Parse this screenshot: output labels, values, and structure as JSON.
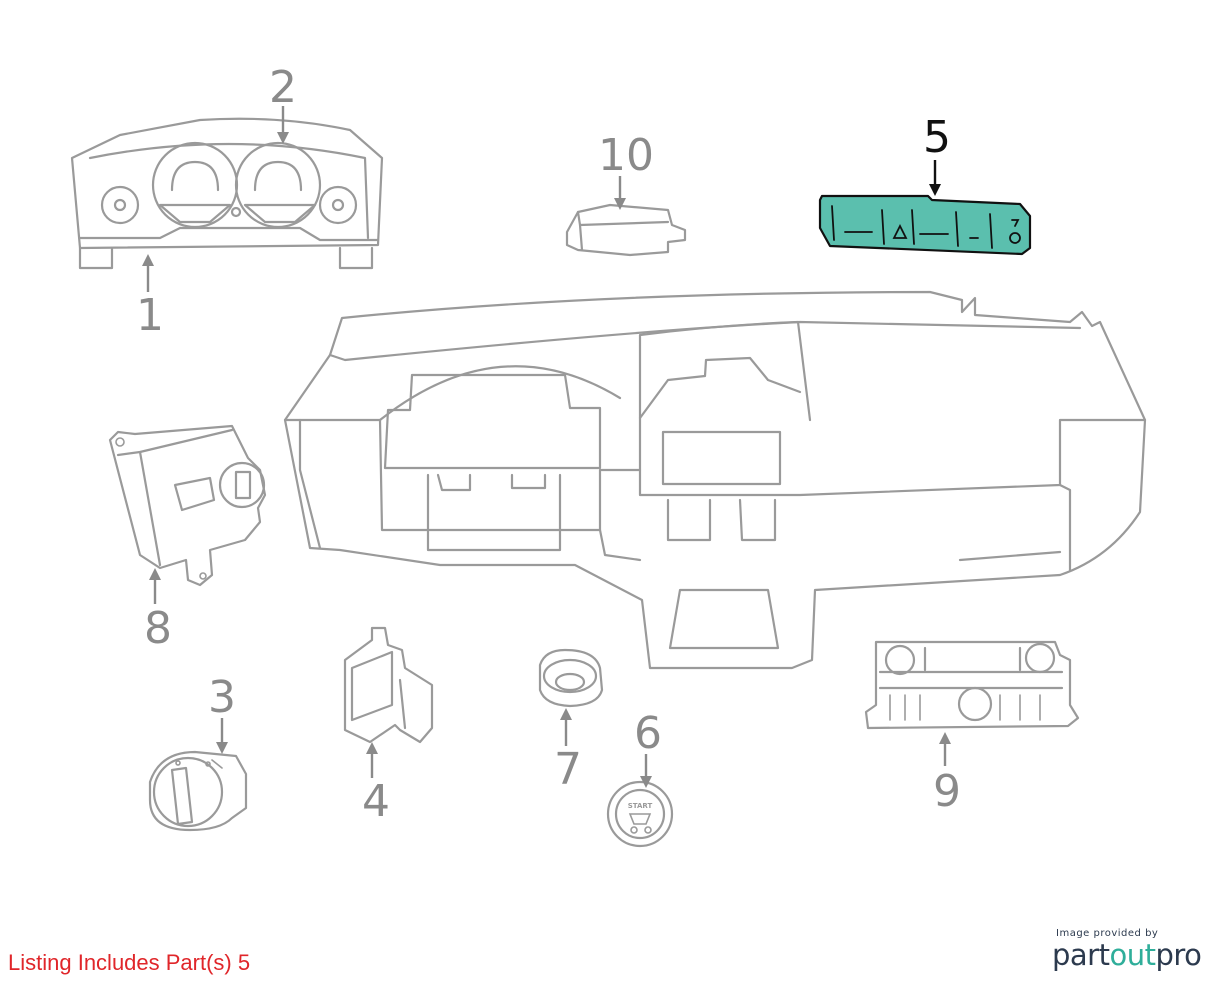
{
  "diagram": {
    "callouts": [
      {
        "id": "1",
        "label": "1",
        "highlighted": false
      },
      {
        "id": "2",
        "label": "2",
        "highlighted": false
      },
      {
        "id": "3",
        "label": "3",
        "highlighted": false
      },
      {
        "id": "4",
        "label": "4",
        "highlighted": false
      },
      {
        "id": "5",
        "label": "5",
        "highlighted": true
      },
      {
        "id": "6",
        "label": "6",
        "highlighted": false
      },
      {
        "id": "7",
        "label": "7",
        "highlighted": false
      },
      {
        "id": "8",
        "label": "8",
        "highlighted": false
      },
      {
        "id": "9",
        "label": "9",
        "highlighted": false
      },
      {
        "id": "10",
        "label": "10",
        "highlighted": false
      }
    ],
    "start_button_text": "START"
  },
  "footer": {
    "listing_text": "Listing Includes Part(s) 5"
  },
  "logo": {
    "caption": "Image provided by",
    "brand_part1": "part",
    "brand_part2": "out",
    "brand_part3": "pro"
  },
  "colors": {
    "highlight_fill": "#5bbfae",
    "outline": "#9a9a9a",
    "listing_text": "#e0262a",
    "brand_dark": "#2c3a4e",
    "brand_teal": "#2fae9a"
  }
}
